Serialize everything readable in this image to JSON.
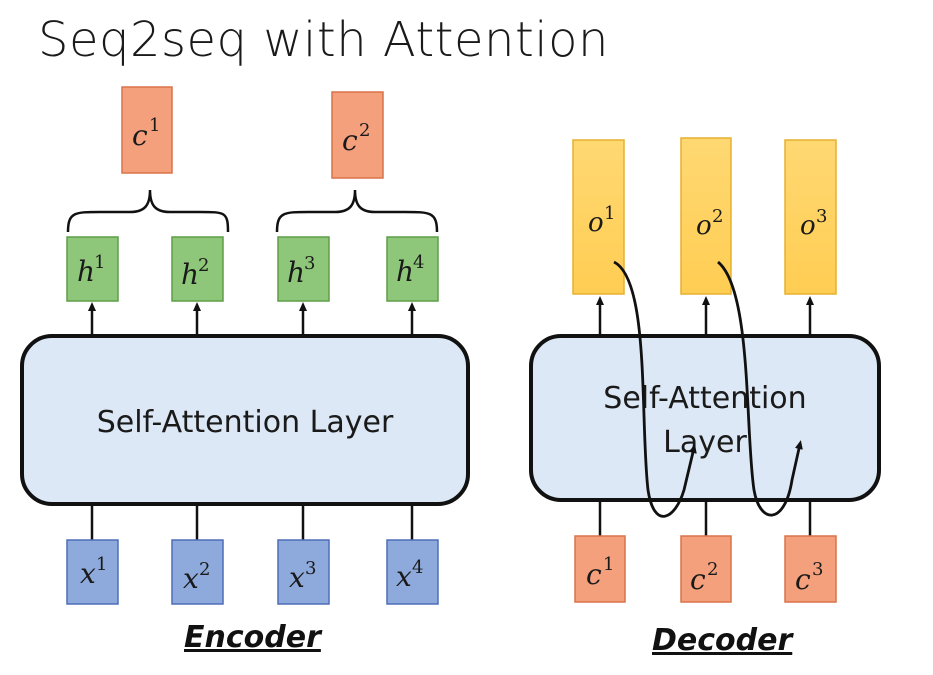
{
  "title": "Seq2seq with Attention",
  "encoder": {
    "label": "Encoder",
    "layer_label": "Self-Attention Layer",
    "inputs": [
      {
        "base": "x",
        "sup": "1"
      },
      {
        "base": "x",
        "sup": "2"
      },
      {
        "base": "x",
        "sup": "3"
      },
      {
        "base": "x",
        "sup": "4"
      }
    ],
    "hidden": [
      {
        "base": "h",
        "sup": "1"
      },
      {
        "base": "h",
        "sup": "2"
      },
      {
        "base": "h",
        "sup": "3"
      },
      {
        "base": "h",
        "sup": "4"
      }
    ],
    "contexts": [
      {
        "base": "c",
        "sup": "1"
      },
      {
        "base": "c",
        "sup": "2"
      }
    ]
  },
  "decoder": {
    "label": "Decoder",
    "layer_label_line1": "Self-Attention",
    "layer_label_line2": "Layer",
    "inputs": [
      {
        "base": "c",
        "sup": "1"
      },
      {
        "base": "c",
        "sup": "2"
      },
      {
        "base": "c",
        "sup": "3"
      }
    ],
    "outputs": [
      {
        "base": "o",
        "sup": "1"
      },
      {
        "base": "o",
        "sup": "2"
      },
      {
        "base": "o",
        "sup": "3"
      }
    ]
  },
  "colors": {
    "input_fill": "#8ea9db",
    "input_stroke": "#4f6db8",
    "hidden_fill": "#8fc77a",
    "hidden_stroke": "#5e9e48",
    "context_fill": "#f4a07c",
    "context_stroke": "#d9744a",
    "output_fill": "#ffd366",
    "output_stroke": "#e6b030",
    "layer_fill": "#dce8f5",
    "layer_stroke": "#111111"
  }
}
